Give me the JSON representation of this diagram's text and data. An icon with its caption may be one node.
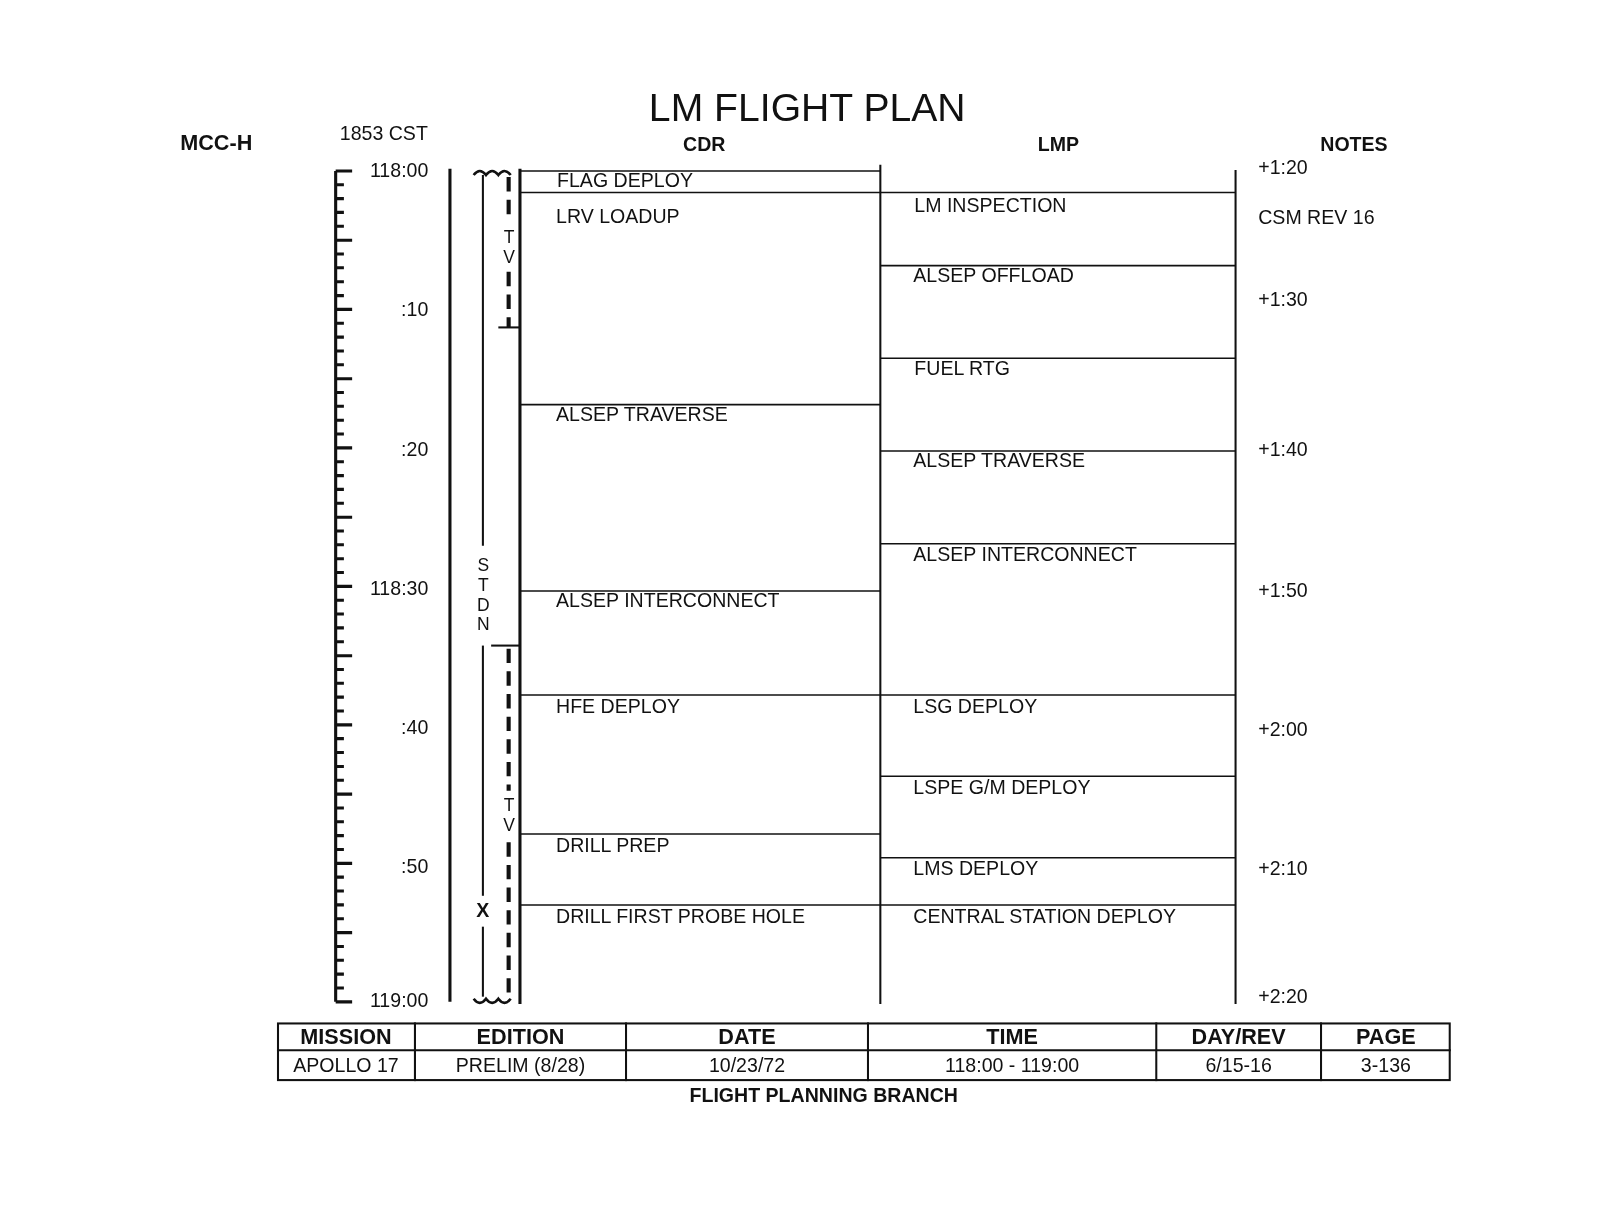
{
  "diagram": {
    "title": "LM FLIGHT PLAN",
    "caption": "FLIGHT PLANNING BRANCH",
    "labels": [
      "MCC-H",
      "1853 CST",
      "CDR",
      "LMP",
      "NOTES",
      "118:00",
      "FLAG DEPLOY",
      "+1:20",
      "LM INSPECTION",
      "LRV LOADUP",
      "CSM REV 16",
      "TV",
      "ALSEP OFFLOAD",
      "+1:30",
      ":10",
      "FUEL RTG",
      "ALSEP TRAVERSE",
      ":20",
      "+1:40",
      "ALSEP TRAVERSE",
      "ALSEP INTERCONNECT",
      "STDN",
      "118:30",
      "+1:50",
      "ALSEP INTERCONNECT",
      "HFE DEPLOY",
      "LSG DEPLOY",
      ":40",
      "+2:00",
      "LSPE G/M DEPLOY",
      "TV",
      "DRILL PREP",
      ":50",
      "LMS DEPLOY",
      "+2:10",
      "X",
      "DRILL FIRST PROBE HOLE",
      "CENTRAL STATION DEPLOY",
      "119:00",
      "+2:20",
      "MISSION",
      "EDITION",
      "DATE",
      "TIME",
      "DAY/REV",
      "PAGE",
      "APOLLO 17",
      "PRELIM (8/28)",
      "10/23/72",
      "118:00 - 119:00",
      "6/15-16",
      "3-136"
    ]
  }
}
